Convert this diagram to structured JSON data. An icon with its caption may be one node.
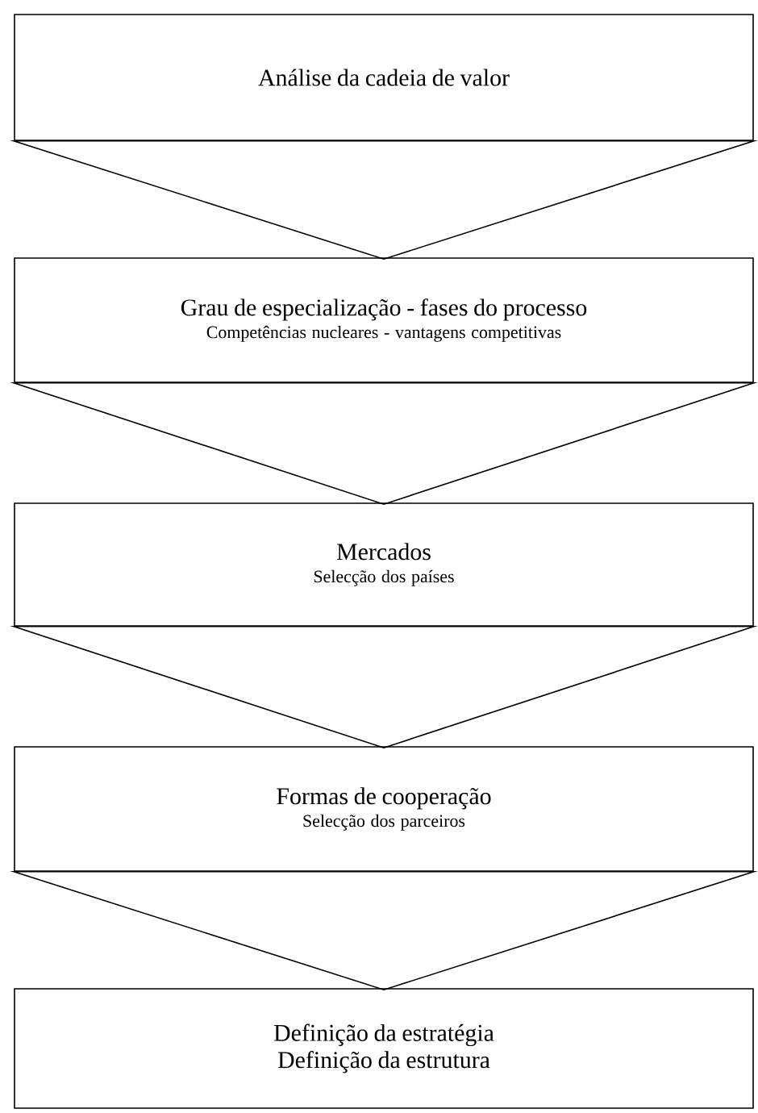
{
  "diagram": {
    "nodes": [
      {
        "text": [
          "Análise da cadeia de valor"
        ]
      },
      {
        "text": [
          "Grau de especialização - fases do processo",
          "Competências nucleares - vantagens competitivas"
        ]
      },
      {
        "text": [
          "Mercados",
          "Selecção dos países"
        ]
      },
      {
        "text": [
          "Formas de cooperação",
          "Selecção dos parceiros"
        ]
      },
      {
        "text": [
          "Definição da estratégia",
          "Definição da estrutura"
        ]
      }
    ],
    "edges": [
      {
        "from": 0,
        "to": 1,
        "arrow": "to"
      },
      {
        "from": 1,
        "to": 2,
        "arrow": "to"
      },
      {
        "from": 2,
        "to": 3,
        "arrow": "to"
      },
      {
        "from": 3,
        "to": 4,
        "arrow": "to"
      }
    ]
  }
}
